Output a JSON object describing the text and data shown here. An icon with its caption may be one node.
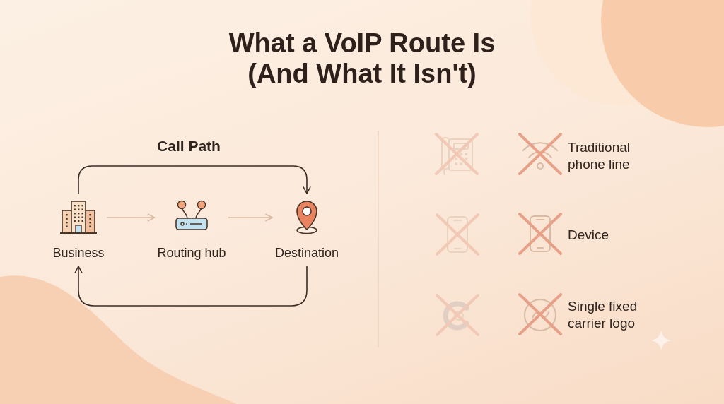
{
  "diagram": {
    "title": "What a VoIP Route Is (And What It Isn't)",
    "nodes": [
      {
        "text": [
          "Business"
        ]
      },
      {
        "text": [
          "Routing hub"
        ]
      },
      {
        "text": [
          "Destination"
        ]
      }
    ],
    "edges": [
      {
        "from": 0,
        "to": 1,
        "arrow": "to",
        "color": "#dcbaa2"
      },
      {
        "from": 1,
        "to": 2,
        "arrow": "to",
        "color": "#dcbaa2"
      },
      {
        "from": 0,
        "to": 2,
        "arrow": "to",
        "color": "#3a2c25"
      },
      {
        "from": 2,
        "to": 0,
        "arrow": "to",
        "color": "#3a2c25"
      }
    ],
    "labels": [
      "Call Path",
      "Traditional phone line",
      "Device",
      "Single fixed carrier logo"
    ]
  }
}
